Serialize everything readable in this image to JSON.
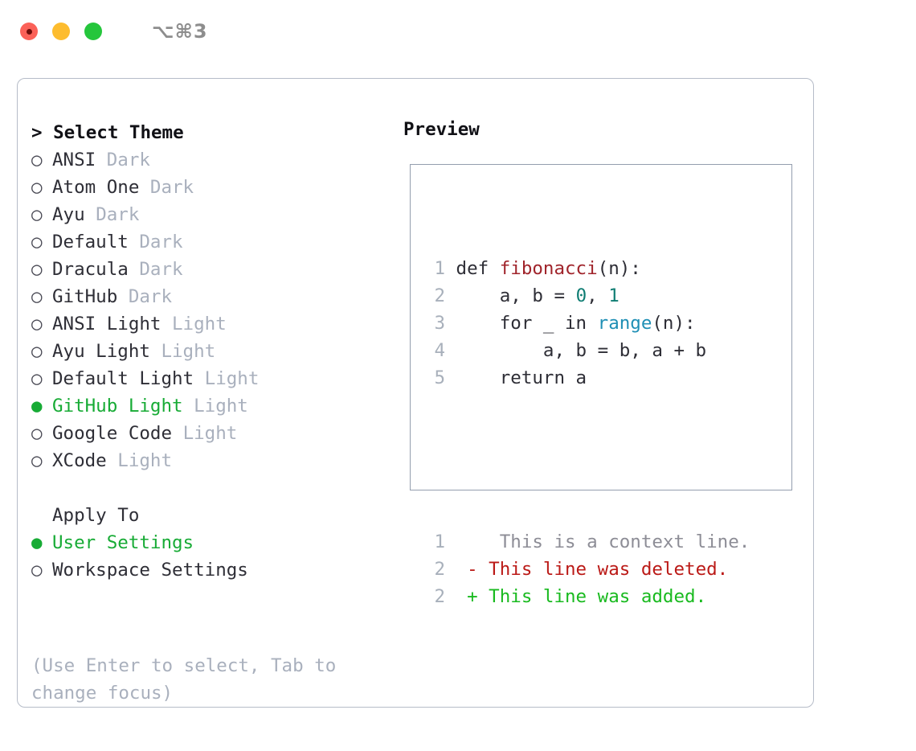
{
  "window": {
    "shortcut": "⌥⌘3",
    "traffic_lights": [
      {
        "name": "close-button",
        "color": "#fb6158"
      },
      {
        "name": "minimize-button",
        "color": "#fdbc2e"
      },
      {
        "name": "maximize-button",
        "color": "#25c63c"
      }
    ]
  },
  "theme_list": {
    "prompt": ">",
    "heading": "Select Theme",
    "items": [
      {
        "marker": "○",
        "name": "ANSI",
        "tag": "Dark",
        "selected": false
      },
      {
        "marker": "○",
        "name": "Atom One",
        "tag": "Dark",
        "selected": false
      },
      {
        "marker": "○",
        "name": "Ayu",
        "tag": "Dark",
        "selected": false
      },
      {
        "marker": "○",
        "name": "Default",
        "tag": "Dark",
        "selected": false
      },
      {
        "marker": "○",
        "name": "Dracula",
        "tag": "Dark",
        "selected": false
      },
      {
        "marker": "○",
        "name": "GitHub",
        "tag": "Dark",
        "selected": false
      },
      {
        "marker": "○",
        "name": "ANSI Light",
        "tag": "Light",
        "selected": false
      },
      {
        "marker": "○",
        "name": "Ayu Light",
        "tag": "Light",
        "selected": false
      },
      {
        "marker": "○",
        "name": "Default Light",
        "tag": "Light",
        "selected": false
      },
      {
        "marker": "●",
        "name": "GitHub Light",
        "tag": "Light",
        "selected": true
      },
      {
        "marker": "○",
        "name": "Google Code",
        "tag": "Light",
        "selected": false
      },
      {
        "marker": "○",
        "name": "XCode",
        "tag": "Light",
        "selected": false
      }
    ]
  },
  "apply_to": {
    "heading": "Apply To",
    "options": [
      {
        "marker": "●",
        "label": "User Settings",
        "selected": true
      },
      {
        "marker": "○",
        "label": "Workspace Settings",
        "selected": false
      }
    ]
  },
  "hint": "(Use Enter to select, Tab to change focus)",
  "preview": {
    "title": "Preview",
    "code_lines": [
      {
        "no": "1",
        "tokens": [
          {
            "text": "def ",
            "kind": "plain"
          },
          {
            "text": "fibonacci",
            "kind": "fn"
          },
          {
            "text": "(n):",
            "kind": "plain"
          }
        ]
      },
      {
        "no": "2",
        "tokens": [
          {
            "text": "    a, b = ",
            "kind": "plain"
          },
          {
            "text": "0",
            "kind": "num"
          },
          {
            "text": ", ",
            "kind": "plain"
          },
          {
            "text": "1",
            "kind": "num"
          }
        ]
      },
      {
        "no": "3",
        "tokens": [
          {
            "text": "    for _ in ",
            "kind": "plain"
          },
          {
            "text": "range",
            "kind": "call"
          },
          {
            "text": "(n):",
            "kind": "plain"
          }
        ]
      },
      {
        "no": "4",
        "tokens": [
          {
            "text": "        a, b = b, a + b",
            "kind": "plain"
          }
        ]
      },
      {
        "no": "5",
        "tokens": [
          {
            "text": "    return a",
            "kind": "plain"
          }
        ]
      }
    ],
    "diff_lines": [
      {
        "no": "1",
        "sign": " ",
        "text": "  This is a context line.",
        "kind": "ctx"
      },
      {
        "no": "2",
        "sign": "-",
        "text": " This line was deleted.",
        "kind": "del"
      },
      {
        "no": "2",
        "sign": "+",
        "text": " This line was added.",
        "kind": "add"
      }
    ]
  },
  "colors": {
    "accent_green": "#17ab35",
    "panel_border": "#b6bcc8",
    "preview_border": "#949eae",
    "muted": "#a9b0bd",
    "fn_red": "#a0242b",
    "num_teal": "#0f7d73",
    "call_blue": "#1f8fb5",
    "diff_del": "#bb1a17",
    "diff_add": "#19ba1f"
  }
}
